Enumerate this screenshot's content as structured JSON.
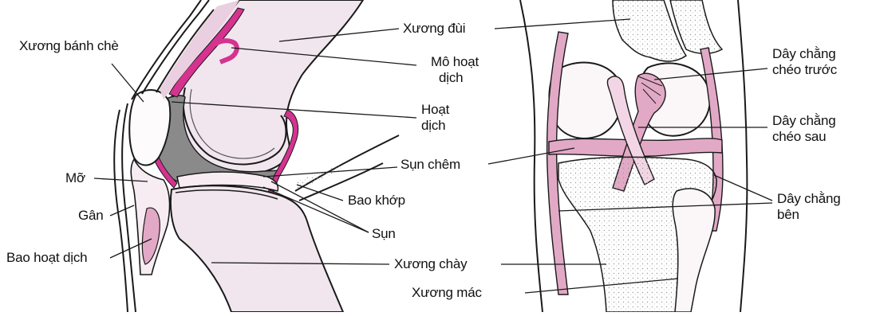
{
  "diagram": {
    "labels": {
      "patella": "Xương bánh chè",
      "femur": "Xương đùi",
      "synovial_tissue_1": "Mô hoạt",
      "synovial_tissue_2": "dịch",
      "synovial_fluid_1": "Hoạt",
      "synovial_fluid_2": "dịch",
      "fat": "Mỡ",
      "tendon": "Gân",
      "bursa": "Bao hoạt dịch",
      "meniscus": "Sụn chêm",
      "joint_capsule": "Bao khớp",
      "cartilage": "Sụn",
      "tibia": "Xương chày",
      "fibula": "Xương mác",
      "acl_1": "Dây chằng",
      "acl_2": "chéo trước",
      "pcl_1": "Dây chằng",
      "pcl_2": "chéo sau",
      "collateral_1": "Dây chằng",
      "collateral_2": "bên"
    },
    "colors": {
      "bone_fill": "#f1e6ee",
      "synovial_magenta": "#d5338f",
      "fluid_gray": "#8a8a8a",
      "ligament_pink": "#e2a9c6",
      "outline": "#1a1a1a"
    }
  }
}
